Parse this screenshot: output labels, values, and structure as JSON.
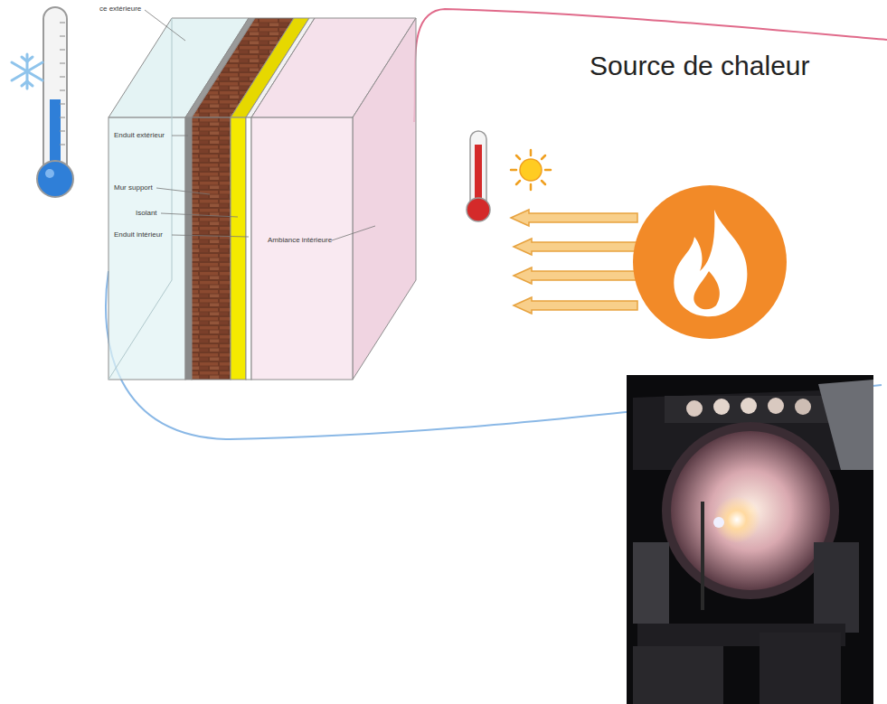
{
  "diagram": {
    "labels": [
      "ce extérieure",
      "Enduit extérieur",
      "Mur support",
      "Isolant",
      "Enduit intérieur",
      "Ambiance intérieure",
      "Source de chaleur"
    ]
  }
}
